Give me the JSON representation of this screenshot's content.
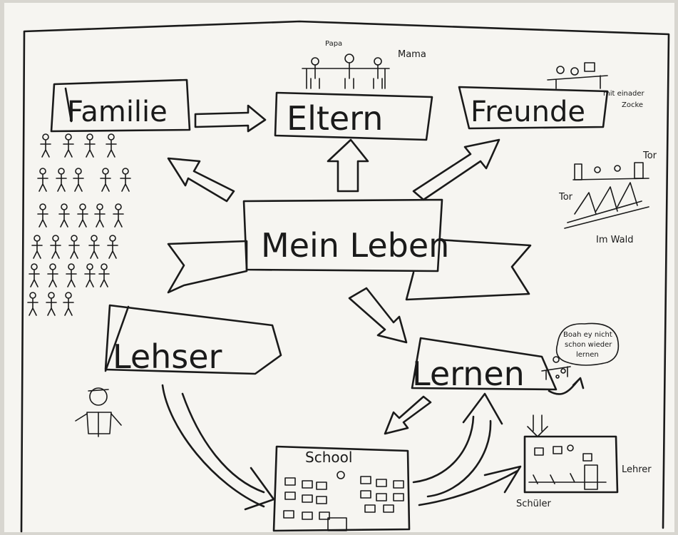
{
  "center": {
    "label": "Mein Leben"
  },
  "nodes": {
    "familie": "Familie",
    "eltern": "Eltern",
    "freunde": "Freunde",
    "lehrer": "Lehser",
    "lernen": "Lernen",
    "school": "School"
  },
  "annotations": {
    "papa": "Papa",
    "mama": "Mama",
    "zocken": [
      "mit einader",
      "Zocke"
    ],
    "tor_top": "Tor",
    "tor_left": "Tor",
    "im_wald": "Im Wald",
    "thought": [
      "Boah ey nicht",
      "schon wieder",
      "lernen"
    ],
    "lehrer_small": "Lehrer",
    "schueler": "Schüler"
  }
}
